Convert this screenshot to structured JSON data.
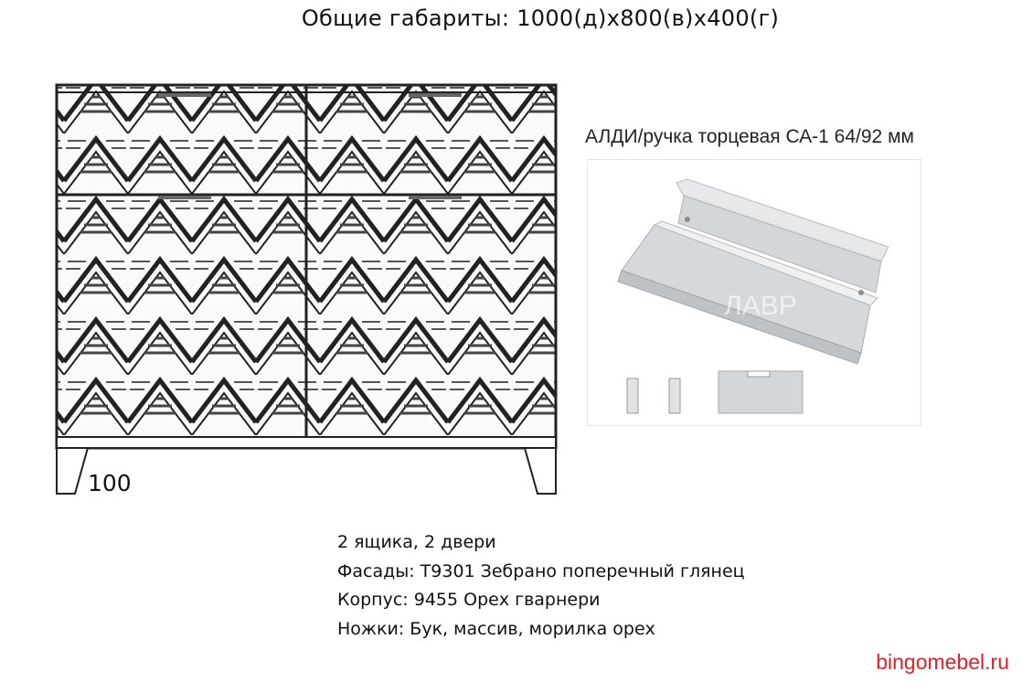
{
  "title": "Общие габариты: 1000(д)х800(в)х400(г)",
  "leg_height_label": "100",
  "handle": {
    "caption": "АЛДИ/ручка торцевая СА-1 64/92 мм",
    "watermark": "ЛАВР"
  },
  "specs": {
    "line1": "2 ящика, 2 двери",
    "line2": "Фасады: Т9301 Зебрано поперечный глянец",
    "line3": "Корпус: 9455 Орех гварнери",
    "line4": "Ножки: Бук, массив, морилка орех"
  },
  "site": "bingomebel.ru",
  "colors": {
    "text": "#111111",
    "site": "#e0202a",
    "line": "#333333",
    "handle_metal": "#c8ccd0"
  }
}
